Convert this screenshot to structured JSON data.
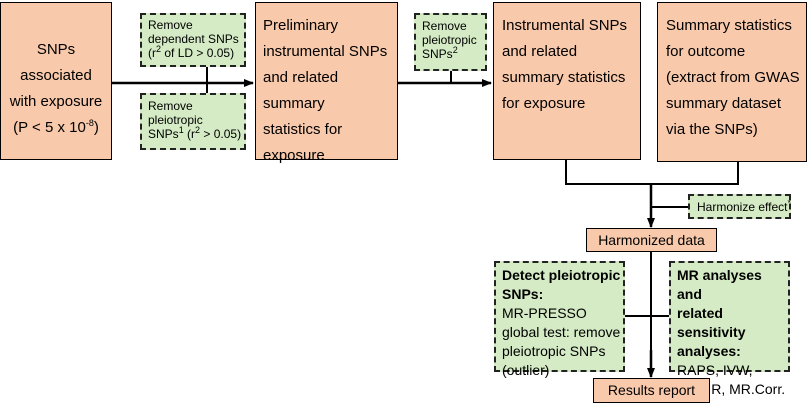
{
  "box_exposure": {
    "line1": "SNPs associated",
    "line2": "with exposure",
    "line3_base": "(P < 5 x 10",
    "line3_exp": "-8",
    "line3_close": ")"
  },
  "filter_ld": {
    "line1": "Remove",
    "line2": "dependent SNPs",
    "line3_open": "(r",
    "line3_sup": "2",
    "line3_rest": " of LD > 0.05)"
  },
  "filter_pleio1": {
    "line1": "Remove",
    "line2": "pleiotropic",
    "line3_base": "SNPs",
    "line3_sup": "1",
    "line3_open": " (r",
    "line3_sup2": "2",
    "line3_rest": " > 0.05)"
  },
  "box_preliminary": {
    "line1": "Preliminary",
    "line2": "instrumental SNPs",
    "line3": "and related summary",
    "line4": "statistics for",
    "line5": "exposure"
  },
  "filter_pleio2": {
    "line1": "Remove",
    "line2": "pleiotropic",
    "line3_base": "SNPs",
    "line3_sup": "2"
  },
  "box_instrumental": {
    "line1": "Instrumental SNPs",
    "line2": "and related",
    "line3": "summary statistics",
    "line4": "for exposure"
  },
  "box_outcome": {
    "line1": "Summary statistics",
    "line2": "for outcome",
    "line3": "(extract from GWAS",
    "line4": "summary dataset",
    "line5": "via the SNPs)"
  },
  "harmonize_effect": {
    "text": "Harmonize effect",
    "sup": "*"
  },
  "box_harmonized": {
    "text": "Harmonized data"
  },
  "detect_box": {
    "title1": "Detect pleiotropic",
    "title2": "SNPs:",
    "line1": "MR-PRESSO",
    "line2": "global test: remove",
    "line3": "pleiotropic SNPs",
    "line4": "(outlier)"
  },
  "mr_box": {
    "title1": "MR analyses and",
    "title2": "related",
    "title3": "sensitivity",
    "title4": "analyses:",
    "line1": "RAPS, IVW,",
    "line2": "BWMR, MR.Corr."
  },
  "box_results": {
    "text": "Results report"
  },
  "colors": {
    "peach": "#f8c9ab",
    "green": "#d5ebc5",
    "line": "#000000"
  }
}
